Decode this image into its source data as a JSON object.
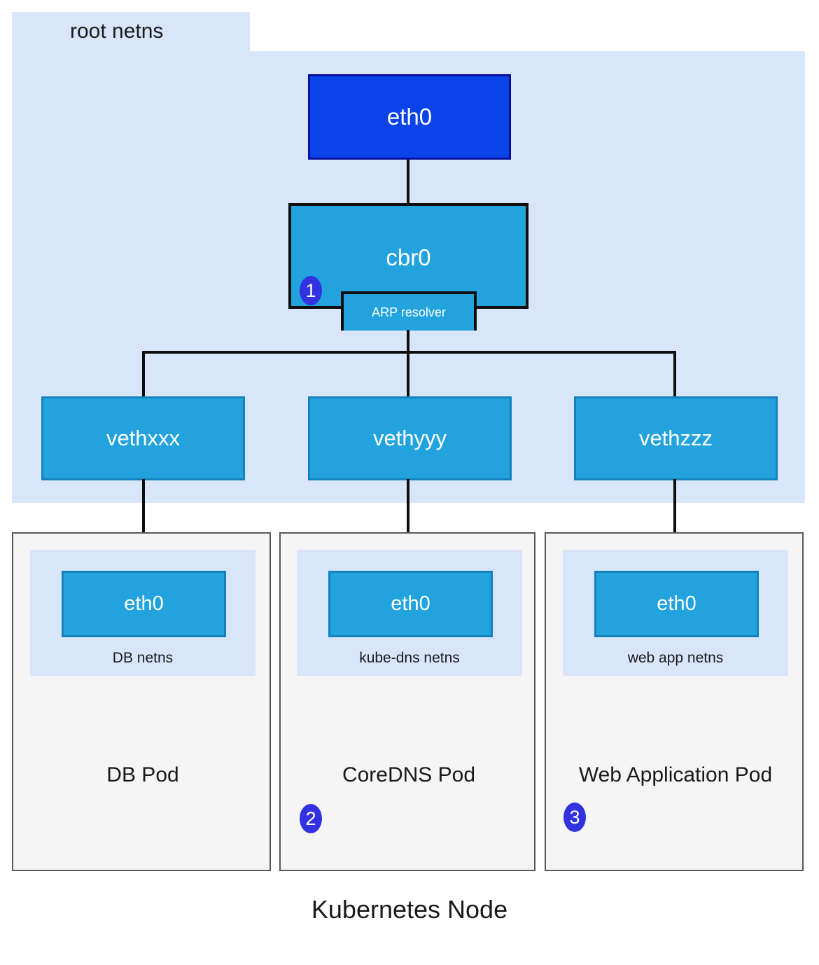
{
  "diagram": {
    "title": "Kubernetes Node",
    "root_netns_label": "root netns",
    "colors": {
      "root_netns_bg": "#d8e5fb",
      "eth0_top_fill": "#0a44e8",
      "eth0_top_border": "#0a11a0",
      "bridge_fill": "#22a3de",
      "bridge_border": "#0d0d0d",
      "veth_fill": "#22a3de",
      "veth_border": "#1483bb",
      "pod_bg": "#f5f5f5",
      "pod_border": "#595959",
      "badge_fill": "#3232e0",
      "line_color": "#0d0d0d"
    }
  },
  "root_netns": {
    "label": "root netns",
    "host_nic": {
      "label": "eth0"
    },
    "bridge": {
      "label": "cbr0",
      "badge": "1",
      "sub_component": {
        "label": "ARP resolver"
      }
    },
    "veth_pairs": [
      {
        "label": "vethxxx"
      },
      {
        "label": "vethyyy"
      },
      {
        "label": "vethzzz"
      }
    ]
  },
  "pods": [
    {
      "title": "DB Pod",
      "netns_label": "DB netns",
      "interface_label": "eth0",
      "badge": ""
    },
    {
      "title": "CoreDNS Pod",
      "netns_label": "kube-dns netns",
      "interface_label": "eth0",
      "badge": "2"
    },
    {
      "title": "Web Application Pod",
      "netns_label": "web app netns",
      "interface_label": "eth0",
      "badge": "3"
    }
  ],
  "caption": "Kubernetes Node"
}
